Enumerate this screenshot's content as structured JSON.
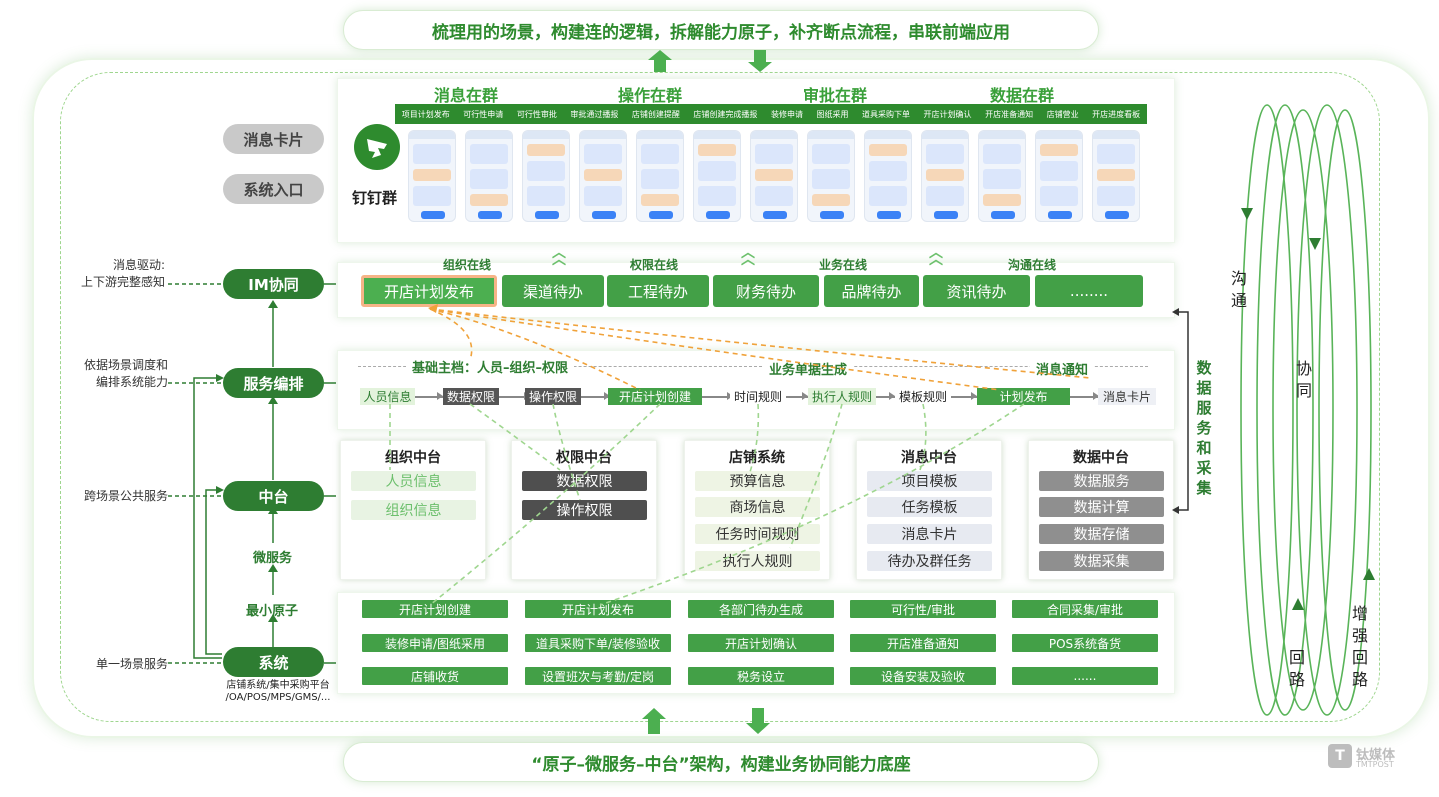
{
  "banners": {
    "top": "梳理用的场景，构建连的逻辑，拆解能力原子，补齐断点流程，串联前端应用",
    "bottom": "“原子–微服务–中台”架构，构建业务协同能力底座"
  },
  "left": {
    "msg_card": "消息卡片",
    "sys_entry": "系统入口",
    "im": "IM协同",
    "orchestration": "服务编排",
    "middle": "中台",
    "microservice": "微服务",
    "atom": "最小原子",
    "system": "系统",
    "system_sub": "店铺系统/集中采购平台\n/OA/POS/MPS/GMS/...",
    "label_im": "消息驱动:\n上下游完整感知",
    "label_orch": "依据场景调度和\n编排系统能力",
    "label_middle": "跨场景公共服务",
    "label_system": "单一场景服务"
  },
  "dingtalk": {
    "name": "钉钉群",
    "groups": [
      "消息在群",
      "操作在群",
      "审批在群",
      "数据在群"
    ],
    "bar_items": [
      "项目计划发布",
      "可行性申请",
      "可行性审批",
      "审批通过播报",
      "店铺创建提醒",
      "店铺创建完成播报",
      "装修申请",
      "图纸采用",
      "道具采购下单",
      "开店计划确认",
      "开店准备通知",
      "店铺营业",
      "开店进度看板"
    ]
  },
  "im_row": {
    "labels": [
      "组织在线",
      "权限在线",
      "业务在线",
      "沟通在线"
    ],
    "buttons": [
      "开店计划发布",
      "渠道待办",
      "工程待办",
      "财务待办",
      "品牌待办",
      "资讯待办",
      "........"
    ]
  },
  "flow": {
    "header_main": "基础主档：人员–组织–权限",
    "header_mid": "业务单据生成",
    "header_right": "消息通知",
    "nodes": [
      "人员信息",
      "数据权限",
      "操作权限",
      "开店计划创建",
      "时间规则",
      "执行人规则",
      "模板规则",
      "计划发布",
      "消息卡片"
    ]
  },
  "platforms": [
    {
      "title": "组织中台",
      "items": [
        "人员信息",
        "组织信息"
      ]
    },
    {
      "title": "权限中台",
      "items": [
        "数据权限",
        "操作权限"
      ]
    },
    {
      "title": "店铺系统",
      "items": [
        "预算信息",
        "商场信息",
        "任务时间规则",
        "执行人规则"
      ]
    },
    {
      "title": "消息中台",
      "items": [
        "项目模板",
        "任务模板",
        "消息卡片",
        "待办及群任务"
      ]
    },
    {
      "title": "数据中台",
      "items": [
        "数据服务",
        "数据计算",
        "数据存储",
        "数据采集"
      ]
    }
  ],
  "atoms": [
    [
      "开店计划创建",
      "开店计划发布",
      "各部门待办生成",
      "可行性/审批",
      "合同采集/审批"
    ],
    [
      "装修申请/图纸采用",
      "道具采购下单/装修验收",
      "开店计划确认",
      "开店准备通知",
      "POS系统备货"
    ],
    [
      "店铺收货",
      "设置班次与考勤/定岗",
      "税务设立",
      "设备安装及验收",
      "......"
    ]
  ],
  "right": {
    "data_service": "数据服务和采集",
    "comm": "沟通",
    "collab": "协同",
    "loop": "回路",
    "enhance": "增强回路"
  },
  "watermark": {
    "name": "钛媒体",
    "sub": "TMTPOST"
  },
  "colors": {
    "green": "#2e7d32",
    "btn": "#43a047",
    "accent": "#f6b487"
  }
}
